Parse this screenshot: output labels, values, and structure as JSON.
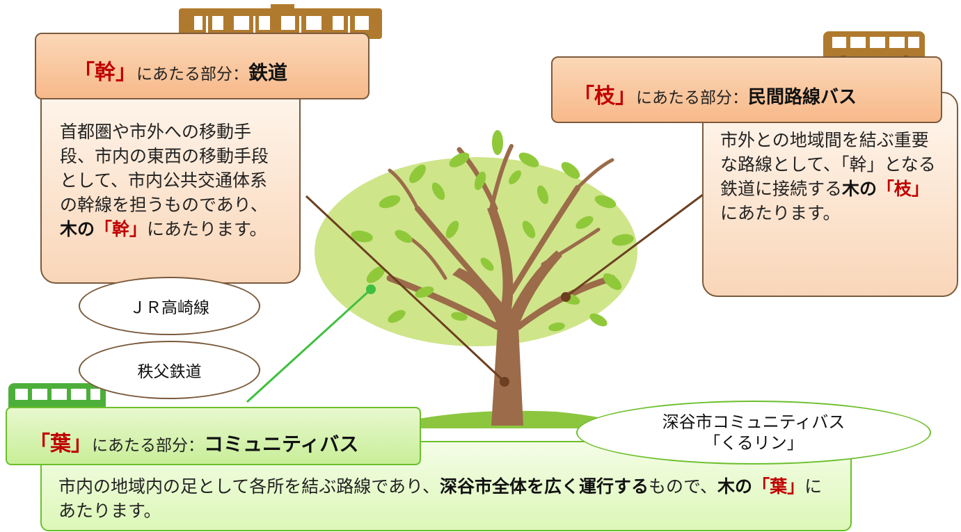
{
  "trunk": {
    "header_bracket": "「幹」",
    "header_mid": "にあたる部分：",
    "header_keyword": "鉄道",
    "desc_plain": "首都圏や市外への移動手段、市内の東西の移動手段として、市内公共交通体系の幹線を担うものであり、",
    "desc_bold": "木の",
    "desc_red": "「幹」",
    "desc_tail": "にあたります。",
    "lines": [
      "ＪＲ高崎線",
      "秩父鉄道"
    ]
  },
  "branch": {
    "header_bracket": "「枝」",
    "header_mid": "にあたる部分：",
    "header_keyword": "民間路線バス",
    "desc_plain": "市外との地域間を結ぶ重要な路線として、「幹」となる鉄道に接続する",
    "desc_bold": "木の",
    "desc_red": "「枝」",
    "desc_tail": "にあたります。"
  },
  "leaf": {
    "header_bracket": "「葉」",
    "header_mid": "にあたる部分：",
    "header_keyword": "コミュニティバス",
    "service_name_line1": "深谷市コミュニティバス",
    "service_name_line2": "「くるリン」",
    "desc_plain1": "市内の地域内の足として各所を結ぶ路線であり、",
    "desc_bold1": "深谷市全体を広く運行する",
    "desc_plain2": "もので、",
    "desc_bold2": "木の",
    "desc_red": "「葉」",
    "desc_tail": "にあたります。"
  },
  "colors": {
    "trunk_brown": "#9b6b4a",
    "canopy_green": "#cfe58a",
    "leaf_green": "#8fc93a",
    "train_brown": "#b07a2e",
    "bus_green": "#4caf3a",
    "accent_red": "#c00000"
  },
  "icons": [
    "train-icon",
    "bus-icon",
    "bus-icon"
  ]
}
